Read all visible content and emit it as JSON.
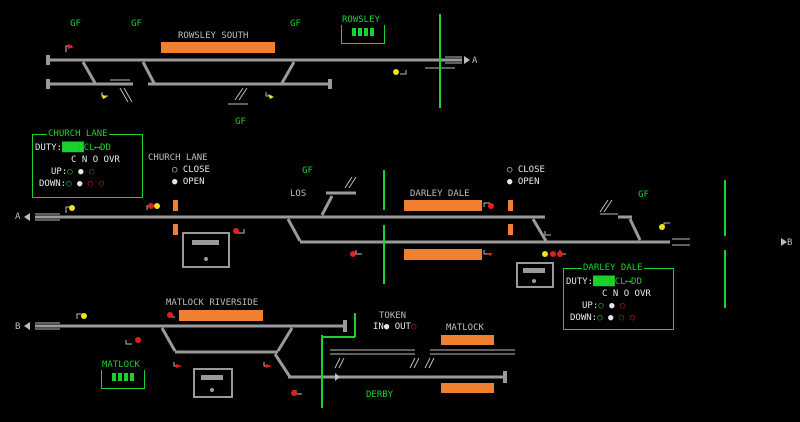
{
  "colors": {
    "track": "#9a9a9a",
    "platform": "#f08030",
    "green": "#19d22b",
    "red": "#e02020",
    "yellow": "#f0e020",
    "text": "#bdbdbd",
    "white": "#e6e6e6"
  },
  "signal": {
    "gf": "GF",
    "n": "N",
    "f": "F"
  },
  "stations": {
    "rowsley_south": "ROWSLEY SOUTH",
    "darley_dale": "DARLEY DALE",
    "matlock_riverside": "MATLOCK RIVERSIDE",
    "matlock": "MATLOCK",
    "derby": "DERBY"
  },
  "frames": {
    "rowsley": "ROWSLEY",
    "matlock": "MATLOCK"
  },
  "panels": {
    "church_lane": {
      "title": "CHURCH LANE",
      "duty_label": "DUTY:",
      "duty_to": "DD",
      "duty_from": "CL",
      "cols": [
        "C",
        "N",
        "O",
        "OVR"
      ],
      "up_label": "UP:",
      "down_label": "DOWN:"
    },
    "darley_dale": {
      "title": "DARLEY DALE",
      "duty_label": "DUTY:",
      "duty_to": "DD",
      "duty_from": "CL",
      "cols": [
        "C",
        "N",
        "O",
        "OVR"
      ],
      "up_label": "UP:",
      "down_label": "DOWN:"
    }
  },
  "crossing": {
    "church_lane": {
      "name": "CHURCH LANE",
      "close": "CLOSE",
      "open": "OPEN"
    },
    "darley_dale": {
      "close": "CLOSE",
      "open": "OPEN"
    }
  },
  "los_label": "LOS",
  "token": {
    "title": "TOKEN",
    "in": "IN",
    "out": "OUT"
  },
  "line_ends": {
    "a_top": "A",
    "a_left": "A",
    "b_right": "B",
    "b_left": "B"
  }
}
